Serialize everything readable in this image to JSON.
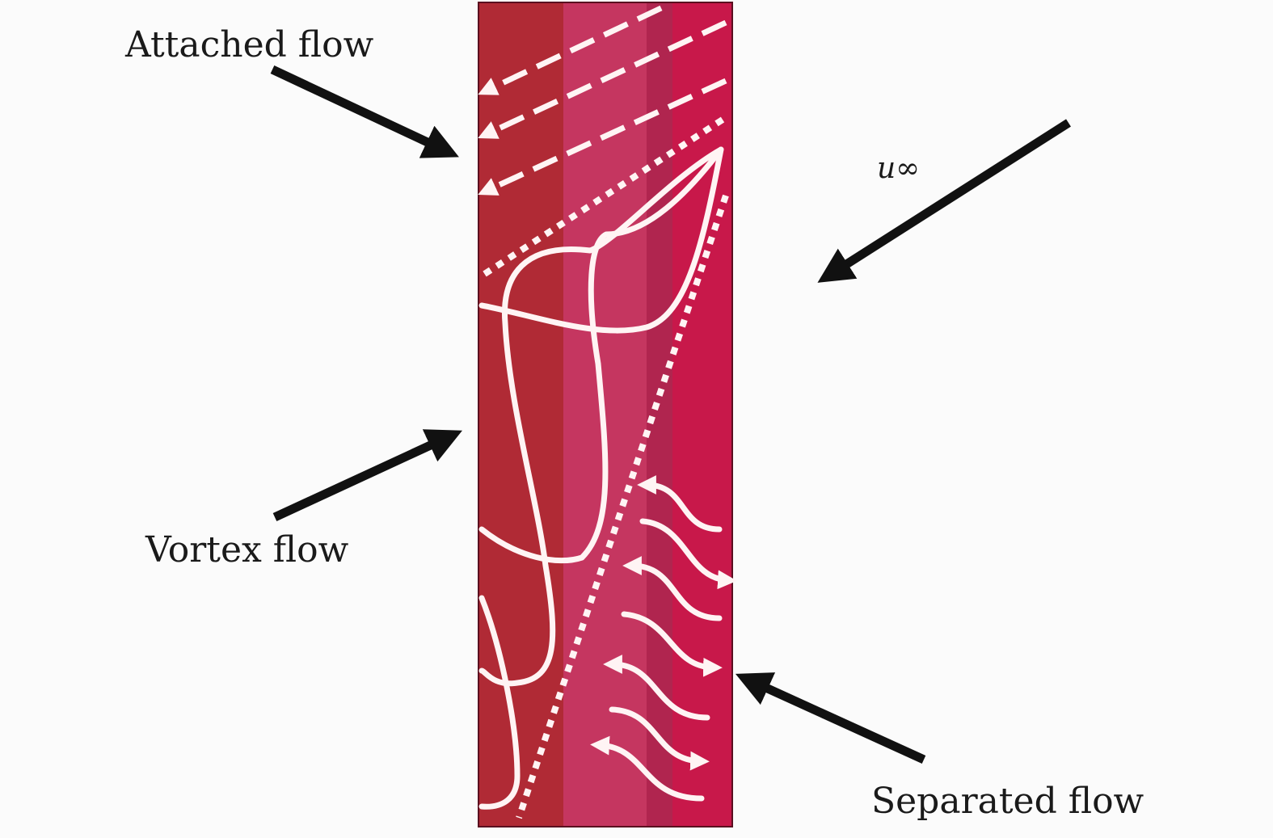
{
  "labels": {
    "attached": "Attached flow",
    "vortex": "Vortex flow",
    "separated": "Separated flow",
    "freestream": "u∞"
  },
  "colors": {
    "band1": "#b02a35",
    "band2": "#c53660",
    "band3": "#b0254f",
    "band4": "#c8184a",
    "lines": "#fff4f4",
    "arrows": "#111111"
  }
}
